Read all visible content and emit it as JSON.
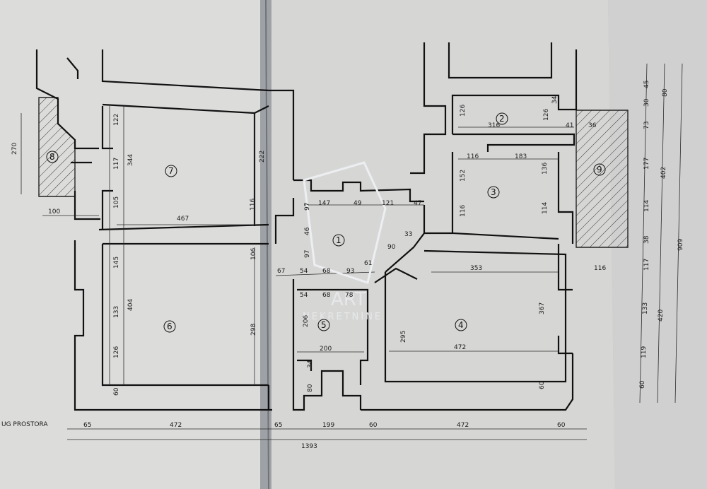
{
  "document": {
    "kind": "floor-plan-drawing",
    "watermark": {
      "word": "ART",
      "sub": "NEKRETNINE"
    },
    "margin_note": "UG PROSTORA",
    "rooms": [
      {
        "id": "r1",
        "label": "1"
      },
      {
        "id": "r2",
        "label": "2"
      },
      {
        "id": "r3",
        "label": "3"
      },
      {
        "id": "r4",
        "label": "4"
      },
      {
        "id": "r5",
        "label": "5"
      },
      {
        "id": "r6",
        "label": "6"
      },
      {
        "id": "r7",
        "label": "7"
      },
      {
        "id": "r8",
        "label": "8"
      },
      {
        "id": "r9",
        "label": "9"
      }
    ],
    "bottom_dims": [
      "65",
      "472",
      "65",
      "199",
      "60",
      "472",
      "60"
    ],
    "total_width": "1393",
    "left_dims": [
      "270",
      "100"
    ],
    "room7_dims": [
      "122",
      "117",
      "344",
      "105",
      "222",
      "467",
      "116"
    ],
    "room6_dims": [
      "145",
      "133",
      "404",
      "126",
      "60",
      "298",
      "106"
    ],
    "room1_dims": [
      "147",
      "49",
      "121",
      "47",
      "97",
      "46",
      "97",
      "67",
      "54",
      "68",
      "93",
      "61",
      "90",
      "33"
    ],
    "room5_dims": [
      "54",
      "68",
      "78",
      "206",
      "200",
      "34",
      "80"
    ],
    "room2_dims": [
      "126",
      "316",
      "126",
      "34",
      "41",
      "36"
    ],
    "room3_dims": [
      "116",
      "183",
      "152",
      "136",
      "116",
      "114"
    ],
    "room4_dims": [
      "353",
      "116",
      "295",
      "367",
      "472",
      "60"
    ],
    "right_dims": [
      "45",
      "30",
      "73",
      "177",
      "114",
      "38",
      "117",
      "133",
      "119",
      "60",
      "80",
      "402",
      "420",
      "909"
    ]
  }
}
